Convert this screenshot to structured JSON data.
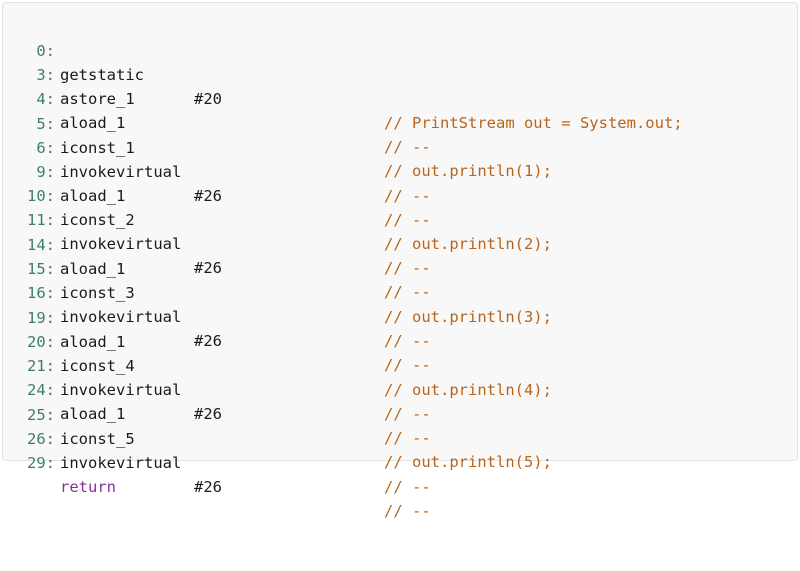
{
  "code": {
    "lines": [
      {
        "offset": "0:",
        "opcode": "getstatic",
        "operand": "#20",
        "comment": "// PrintStream out = System.out;"
      },
      {
        "offset": "3:",
        "opcode": "astore_1",
        "operand": "",
        "comment": "// --"
      },
      {
        "offset": "4:",
        "opcode": "aload_1",
        "operand": "",
        "comment": "// out.println(1);"
      },
      {
        "offset": "5:",
        "opcode": "iconst_1",
        "operand": "",
        "comment": "// --"
      },
      {
        "offset": "6:",
        "opcode": "invokevirtual",
        "operand": "#26",
        "comment": "// --"
      },
      {
        "offset": "9:",
        "opcode": "aload_1",
        "operand": "",
        "comment": "// out.println(2);"
      },
      {
        "offset": "10:",
        "opcode": "iconst_2",
        "operand": "",
        "comment": "// --"
      },
      {
        "offset": "11:",
        "opcode": "invokevirtual",
        "operand": "#26",
        "comment": "// --"
      },
      {
        "offset": "14:",
        "opcode": "aload_1",
        "operand": "",
        "comment": "// out.println(3);"
      },
      {
        "offset": "15:",
        "opcode": "iconst_3",
        "operand": "",
        "comment": "// --"
      },
      {
        "offset": "16:",
        "opcode": "invokevirtual",
        "operand": "#26",
        "comment": "// --"
      },
      {
        "offset": "19:",
        "opcode": "aload_1",
        "operand": "",
        "comment": "// out.println(4);"
      },
      {
        "offset": "20:",
        "opcode": "iconst_4",
        "operand": "",
        "comment": "// --"
      },
      {
        "offset": "21:",
        "opcode": "invokevirtual",
        "operand": "#26",
        "comment": "// --"
      },
      {
        "offset": "24:",
        "opcode": "aload_1",
        "operand": "",
        "comment": "// out.println(5);"
      },
      {
        "offset": "25:",
        "opcode": "iconst_5",
        "operand": "",
        "comment": "// --"
      },
      {
        "offset": "26:",
        "opcode": "invokevirtual",
        "operand": "#26",
        "comment": "// --"
      },
      {
        "offset": "29:",
        "opcode": "return",
        "operand": "",
        "comment": ""
      }
    ]
  },
  "colors": {
    "background": "#f8f8f8",
    "offset": "#3f7f5f",
    "comment": "#b8651b",
    "keyword": "#8a2b9e",
    "text": "#1a1a1a"
  }
}
